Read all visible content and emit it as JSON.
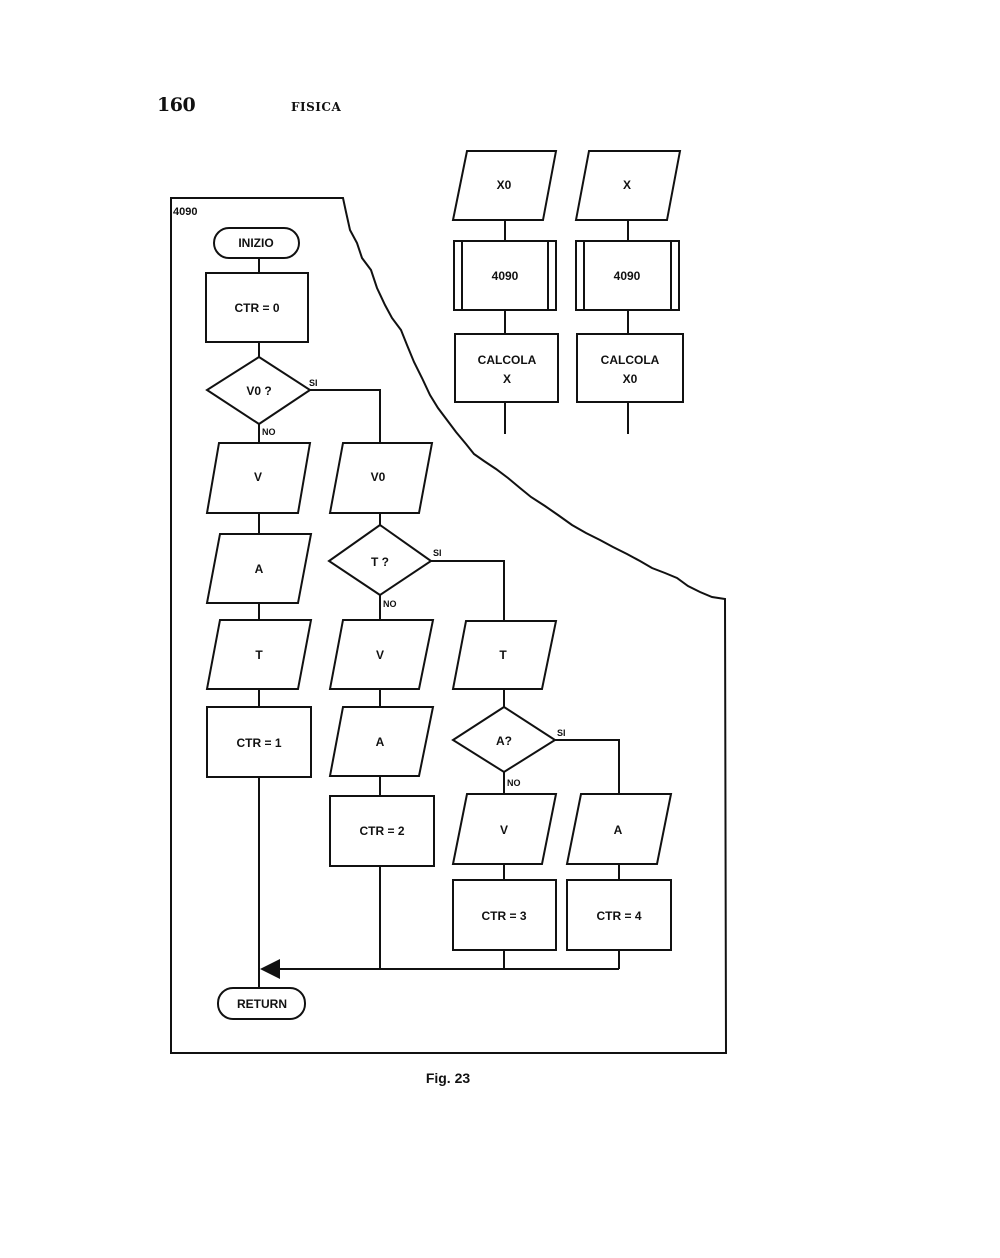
{
  "page": {
    "number": "160",
    "section": "FISICA",
    "caption": "Fig. 23"
  },
  "diagram": {
    "routine_id": "4090",
    "start": "INIZIO",
    "end": "RETURN",
    "ctr0": "CTR = 0",
    "q_v0": "V0 ?",
    "q_t": "T ?",
    "q_a": "A?",
    "yes": "SI",
    "no": "NO",
    "in_v_1": "V",
    "in_a_1": "A",
    "in_t_1": "T",
    "ctr1": "CTR = 1",
    "in_v0": "V0",
    "in_v_2": "V",
    "in_a_2": "A",
    "ctr2": "CTR = 2",
    "in_t_3": "T",
    "in_v_3": "V",
    "ctr3": "CTR = 3",
    "in_a_4": "A",
    "ctr4": "CTR = 4",
    "callers": {
      "left": {
        "input": "X0",
        "sub": "4090",
        "calc_line1": "CALCOLA",
        "calc_line2": "X"
      },
      "right": {
        "input": "X",
        "sub": "4090",
        "calc_line1": "CALCOLA",
        "calc_line2": "X0"
      }
    }
  }
}
